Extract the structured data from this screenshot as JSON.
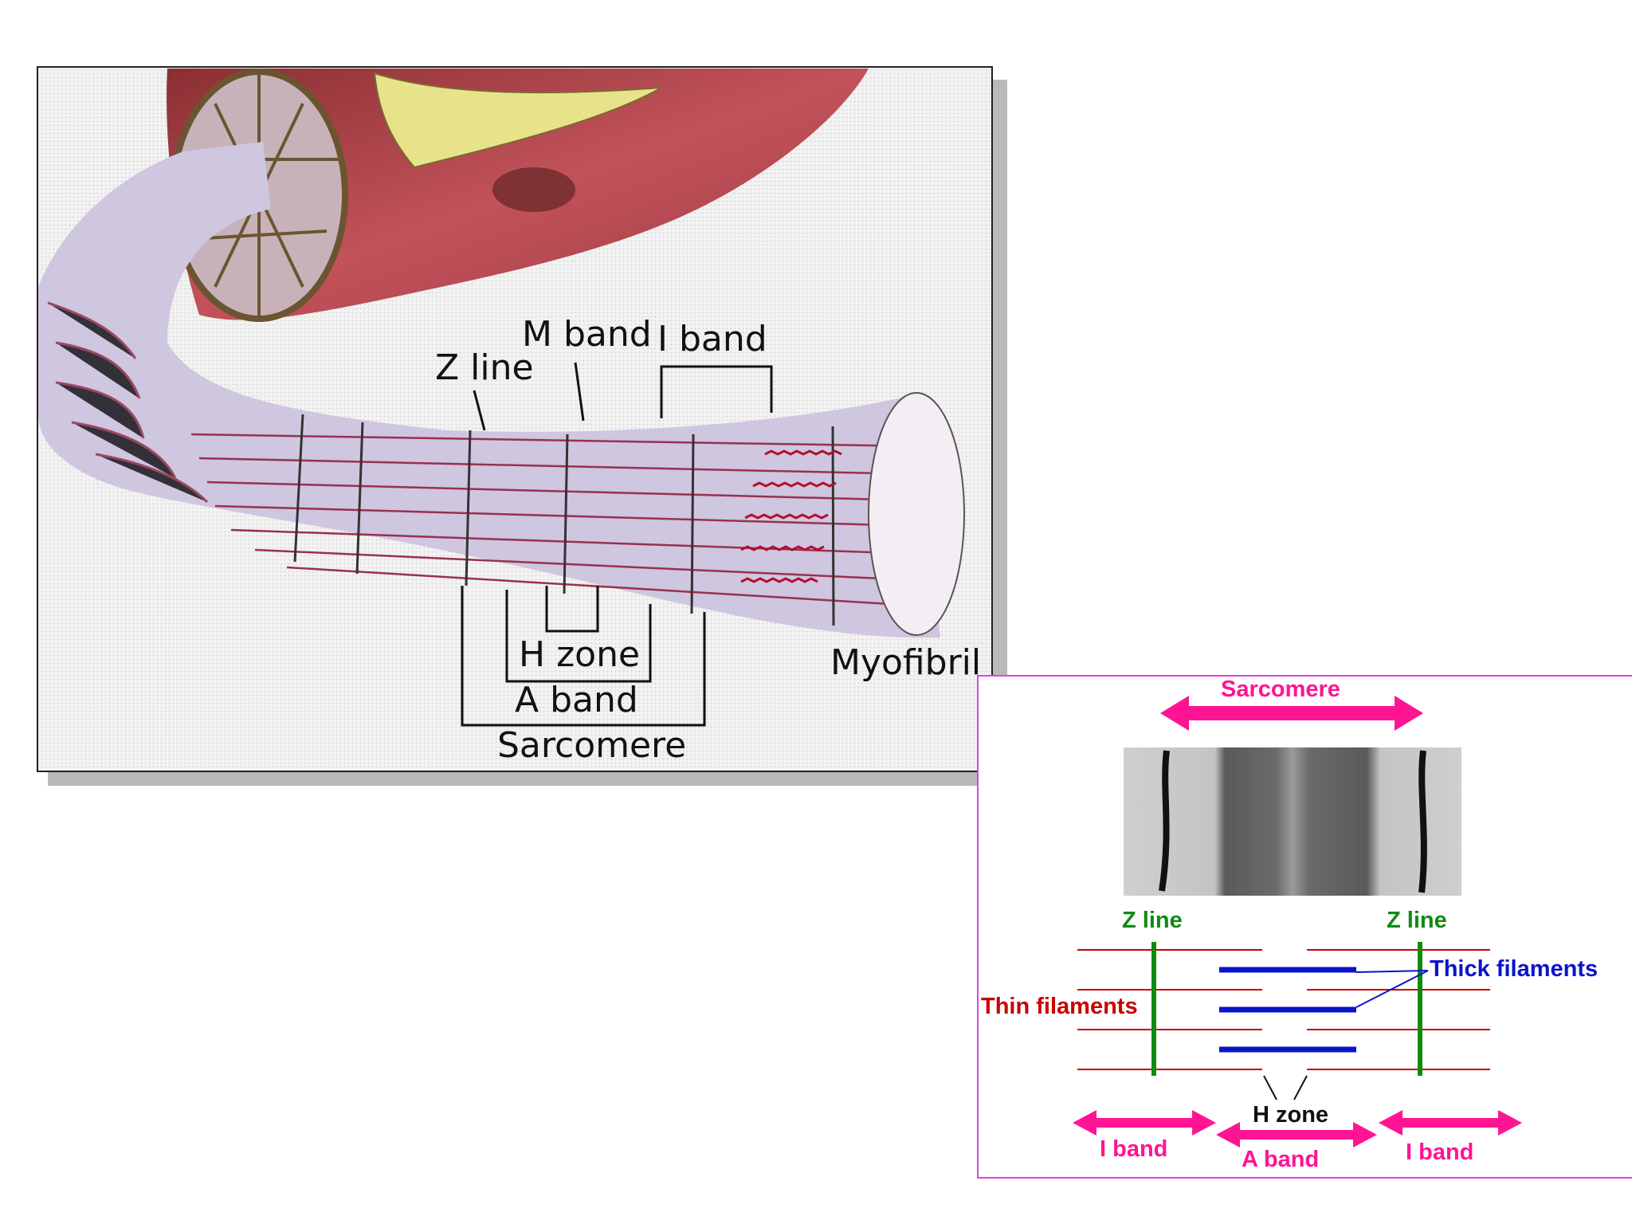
{
  "illustration": {
    "labels": {
      "z_line": "Z line",
      "m_band": "M band",
      "i_band": "I band",
      "h_zone": "H zone",
      "a_band": "A band",
      "sarcomere": "Sarcomere",
      "myofibril": "Myofibril"
    }
  },
  "schematic": {
    "sarcomere": "Sarcomere",
    "z_line_left": "Z line",
    "z_line_right": "Z line",
    "thick_filaments": "Thick filaments",
    "thin_filaments": "Thin filaments",
    "h_zone": "H zone",
    "i_band_left": "I band",
    "a_band": "A band",
    "i_band_right": "I band"
  },
  "colors": {
    "magenta": "#ff1493",
    "zline_green": "#108a10",
    "thick_blue": "#0a14c8",
    "thin_red": "#c80000",
    "frame": "#e040e0"
  }
}
